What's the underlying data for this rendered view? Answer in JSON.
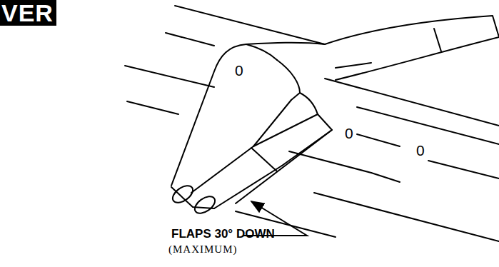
{
  "diagram": {
    "title": "VER",
    "labels": [
      "FLAPS 30° DOWN",
      "(MAXIMUM)",
      "0",
      "0",
      "0"
    ]
  }
}
